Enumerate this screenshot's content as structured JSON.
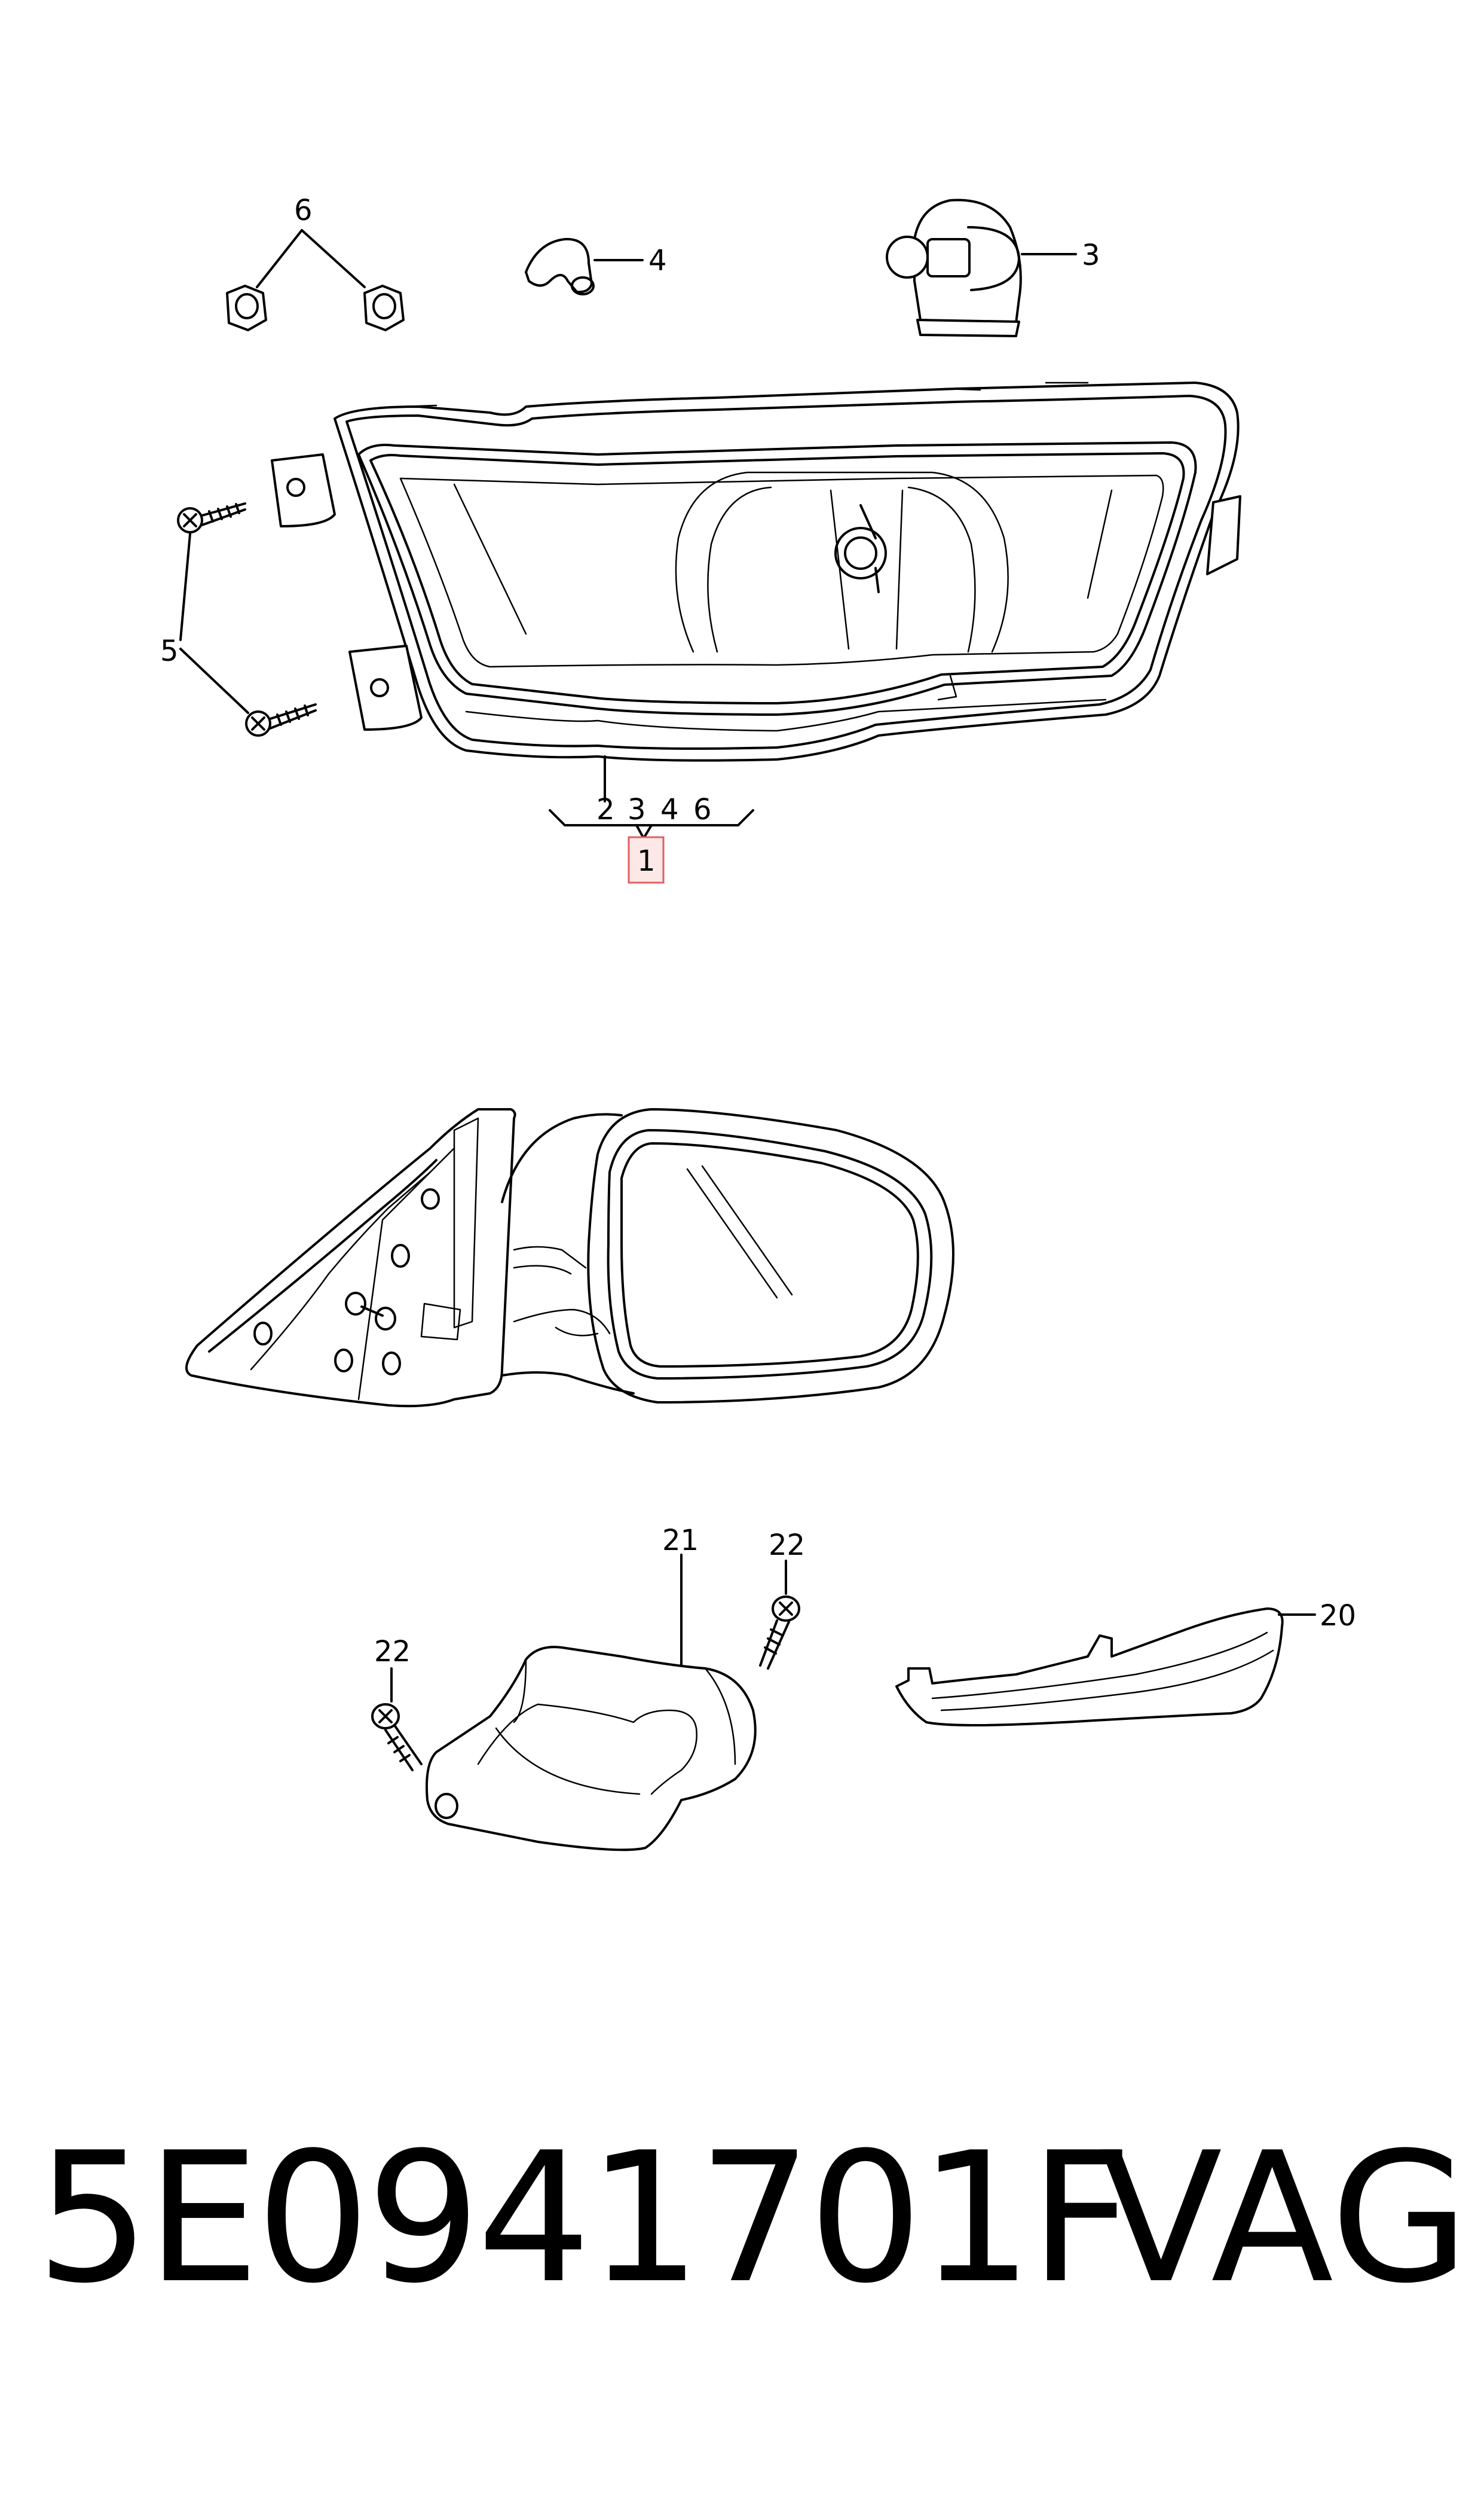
{
  "callouts": {
    "c1": "1",
    "c2": "2",
    "c3": "3",
    "c4": "4",
    "c5": "5",
    "c6": "6",
    "c20": "20",
    "c21": "21",
    "c22a": "22",
    "c22b": "22",
    "group": [
      "2",
      "3",
      "4",
      "6"
    ]
  },
  "footer": {
    "part_number": "5E0941701F",
    "brand": "VAG"
  },
  "colors": {
    "line": "#000000",
    "highlight_fill": "#fde8e8",
    "highlight_stroke": "#e06060"
  }
}
